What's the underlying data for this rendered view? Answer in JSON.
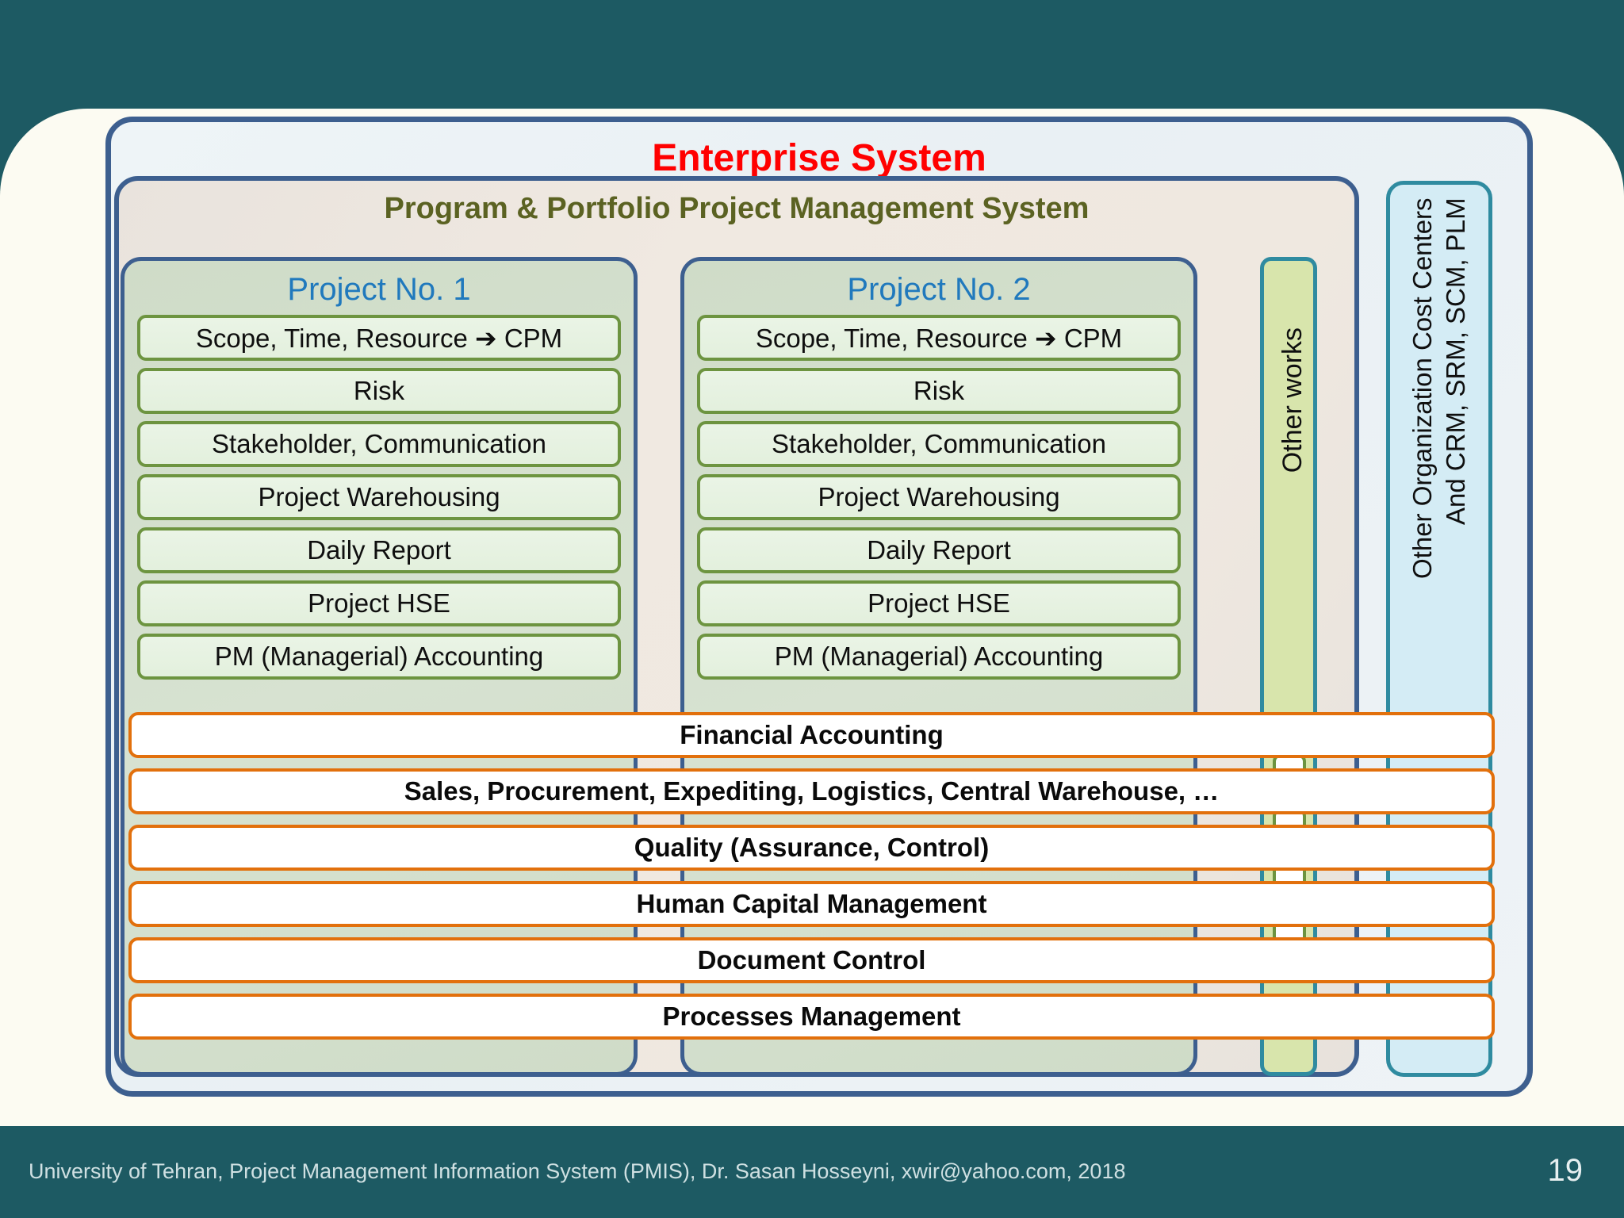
{
  "slide": {
    "enterprise_title": "Enterprise System",
    "program_portfolio_title": "Program & Portfolio Project Management System"
  },
  "projects": [
    {
      "title": "Project No. 1",
      "items": [
        "Scope, Time, Resource ➔ CPM",
        "Risk",
        "Stakeholder, Communication",
        "Project Warehousing",
        "Daily Report",
        "Project HSE",
        "PM (Managerial) Accounting"
      ]
    },
    {
      "title": "Project No. 2",
      "items": [
        "Scope, Time, Resource ➔ CPM",
        "Risk",
        "Stakeholder, Communication",
        "Project Warehousing",
        "Daily Report",
        "Project HSE",
        "PM (Managerial) Accounting"
      ]
    }
  ],
  "other_works": {
    "label": "Other works",
    "dots": [
      ".",
      ".",
      ".",
      "."
    ]
  },
  "other_organization": {
    "label": "Other Organization Cost Centers\nAnd CRM, SRM, SCM, PLM"
  },
  "enterprise_bars": [
    "Financial Accounting",
    "Sales, Procurement, Expediting, Logistics, Central Warehouse, …",
    "Quality (Assurance, Control)",
    "Human Capital Management",
    "Document Control",
    "Processes Management"
  ],
  "footer": {
    "text": "University of Tehran, Project Management Information System (PMIS), Dr. Sasan Hosseyni, xwir@yahoo.com, 2018",
    "page_number": "19"
  },
  "colors": {
    "banner_teal": "#1d5a63",
    "title_red": "#ff0000",
    "program_olive": "#5b6222",
    "project_blue": "#2079bd",
    "item_green_border": "#6d9440",
    "bar_orange": "#e2700c",
    "panel_blue_border": "#3d5f8f",
    "panel_teal_border": "#2f8ba0"
  }
}
